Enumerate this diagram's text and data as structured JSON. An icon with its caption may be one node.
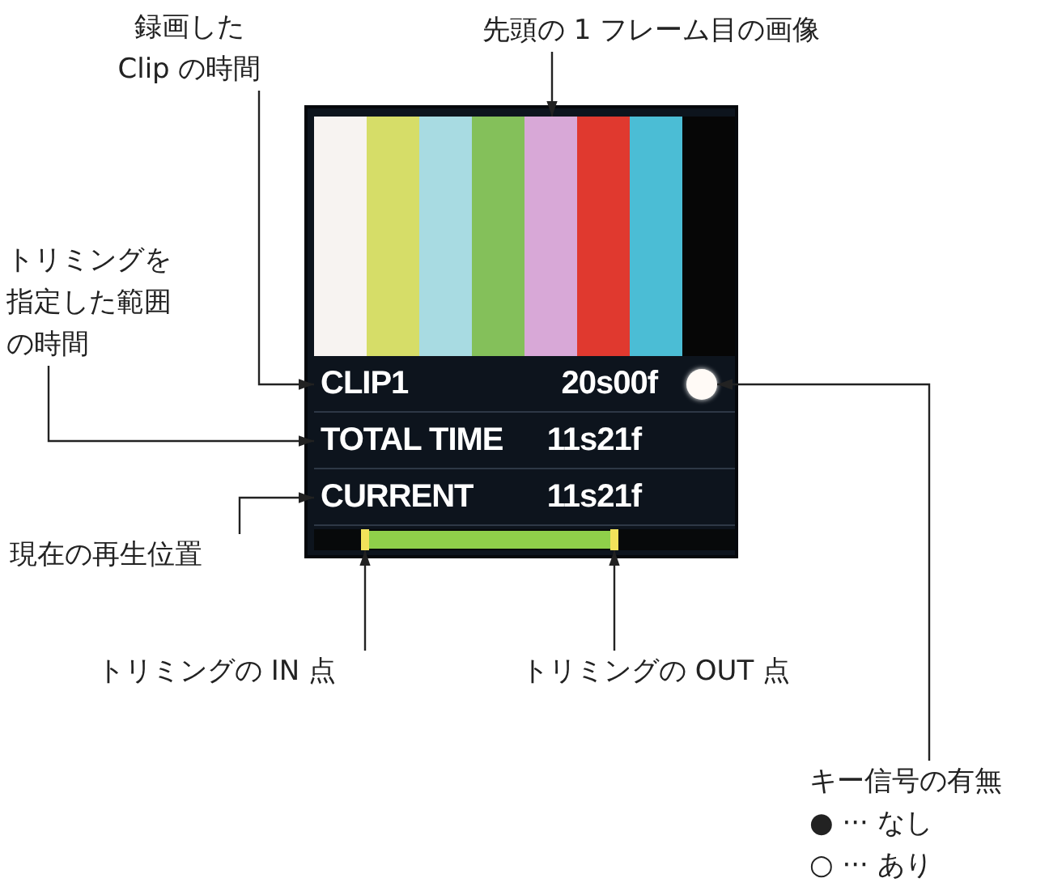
{
  "diagram": {
    "nodes": [
      {
        "text": [
          "録画したClip の時間"
        ]
      },
      {
        "text": [
          "先頭の 1 フレーム目の画像"
        ]
      },
      {
        "text": [
          "トリミングを指定した範囲の時間"
        ]
      },
      {
        "text": [
          "現在の再生位置"
        ]
      },
      {
        "text": [
          "トリミングの IN 点"
        ]
      },
      {
        "text": [
          "トリミングの OUT 点"
        ]
      },
      {
        "text": [
          "キー信号の有無",
          "● ··· なし",
          "○ ··· あり"
        ]
      },
      {
        "text": [],
        "shape": "box"
      },
      {
        "text": [],
        "shape": "picture",
        "in": 7
      },
      {
        "text": [
          "CLIP1",
          "20s00f"
        ],
        "in": 7
      },
      {
        "text": [],
        "shape": "circle",
        "in": 9
      },
      {
        "text": [
          "TOTAL TIME",
          "11s21f"
        ],
        "in": 7
      },
      {
        "text": [
          "CURRENT",
          "11s21f"
        ],
        "in": 7
      },
      {
        "text": [],
        "shape": "bar",
        "in": 7
      },
      {
        "text": [],
        "shape": "bar",
        "in": 13
      },
      {
        "text": [],
        "shape": "bar",
        "in": 13
      }
    ],
    "edges": [
      {
        "from": 0,
        "to": 9,
        "arrow": "to"
      },
      {
        "from": 1,
        "to": 8,
        "arrow": "to"
      },
      {
        "from": 2,
        "to": 11,
        "arrow": "to"
      },
      {
        "from": 3,
        "to": 12,
        "arrow": "to"
      },
      {
        "from": 4,
        "to": 14,
        "arrow": "to"
      },
      {
        "from": 5,
        "to": 15,
        "arrow": "to"
      },
      {
        "from": 6,
        "to": 10,
        "arrow": "to"
      }
    ]
  }
}
